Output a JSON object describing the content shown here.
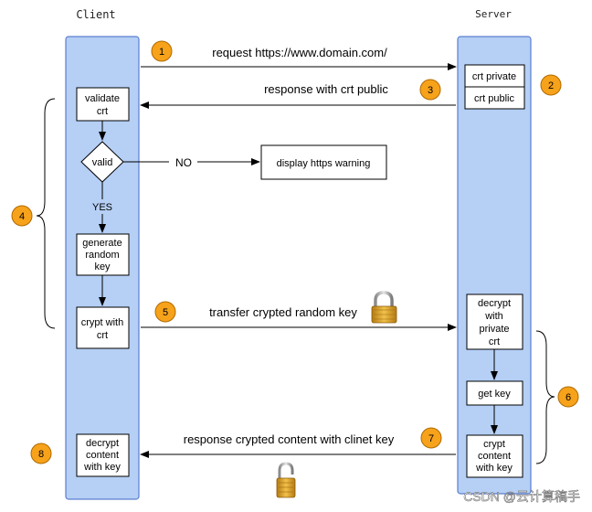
{
  "client_label": "Client",
  "server_label": "Server",
  "steps": {
    "s1": "1",
    "s2": "2",
    "s3": "3",
    "s4": "4",
    "s5": "5",
    "s6": "6",
    "s7": "7",
    "s8": "8"
  },
  "messages": {
    "request": "request https://www.domain.com/",
    "response_crt": "response with crt public",
    "transfer_key": "transfer crypted random key",
    "response_content": "response crypted content with clinet key"
  },
  "client_boxes": {
    "validate_l1": "validate",
    "validate_l2": "crt",
    "valid": "valid",
    "generate_l1": "generate",
    "generate_l2": "random",
    "generate_l3": "key",
    "crypt_l1": "crypt with",
    "crypt_l2": "crt",
    "decrypt_l1": "decrypt",
    "decrypt_l2": "content",
    "decrypt_l3": "with key"
  },
  "server_boxes": {
    "crt_private": "crt private",
    "crt_public": "crt public",
    "decrypt_l1": "decrypt",
    "decrypt_l2": "with",
    "decrypt_l3": "private",
    "decrypt_l4": "crt",
    "getkey": "get key",
    "crypt_l1": "crypt",
    "crypt_l2": "content",
    "crypt_l3": "with key"
  },
  "branch": {
    "no": "NO",
    "yes": "YES",
    "warning": "display https warning"
  },
  "watermark": "CSDN @云计算稿手",
  "colors": {
    "lane_fill": "#b5cff5",
    "lane_stroke": "#5b7fd1",
    "badge_fill": "#f7a21b",
    "badge_stroke": "#b06a00"
  },
  "icons": {
    "lock_closed": "padlock-closed-icon",
    "lock_open": "padlock-open-icon"
  }
}
